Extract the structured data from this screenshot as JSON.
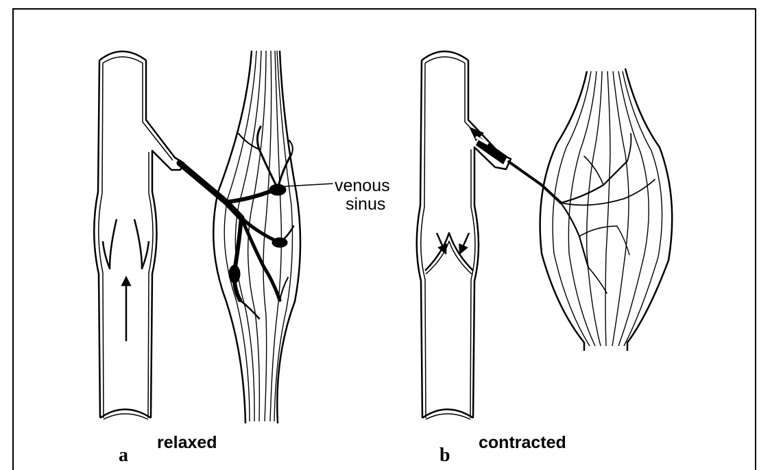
{
  "panels": [
    {
      "letter": "a",
      "state": "relaxed"
    },
    {
      "letter": "b",
      "state": "contracted"
    }
  ],
  "annotation": {
    "line1": "venous",
    "line2": "sinus"
  },
  "colors": {
    "ink": "#000000",
    "background": "#ffffff"
  }
}
